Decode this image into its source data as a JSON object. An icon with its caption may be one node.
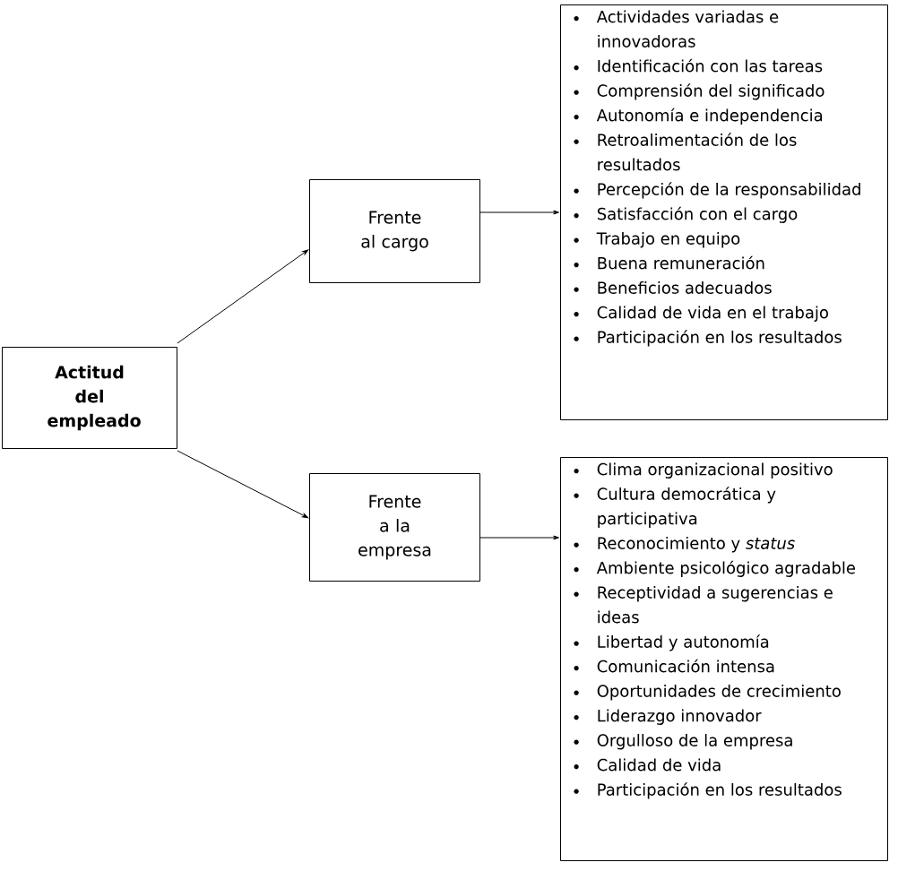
{
  "diagram": {
    "nodes": [
      {
        "text": [
          "Actitud del empleado"
        ]
      },
      {
        "text": [
          "Frente al cargo"
        ]
      },
      {
        "text": [
          "Actividades variadas e innovadoras",
          "Identificación con las tareas",
          "Comprensión del significado",
          "Autonomía e independencia",
          "Retroalimentación de los resultados",
          "Percepción de la responsabilidad",
          "Satisfacción con el cargo",
          "Trabajo en equipo",
          "Buena remuneración",
          "Beneficios adecuados",
          "Calidad de vida en el trabajo",
          "Participación en los resultados"
        ]
      },
      {
        "text": [
          "Frente a la empresa"
        ]
      },
      {
        "text": [
          "Clima organizacional positivo",
          "Cultura democrática y participativa",
          "Reconocimiento y *status*",
          "Ambiente psicológico agradable",
          "Receptividad a sugerencias e ideas",
          "Libertad y autonomía",
          "Comunicación intensa",
          "Oportunidades de crecimiento",
          "Liderazgo innovador",
          "Orgulloso de la empresa",
          "Calidad de vida",
          "Participación en los resultados"
        ]
      }
    ],
    "edges": [
      {
        "from": 0,
        "to": 1,
        "arrow": "to"
      },
      {
        "from": 1,
        "to": 2,
        "arrow": "to"
      },
      {
        "from": 0,
        "to": 3,
        "arrow": "to"
      },
      {
        "from": 3,
        "to": 4,
        "arrow": "to"
      }
    ]
  }
}
